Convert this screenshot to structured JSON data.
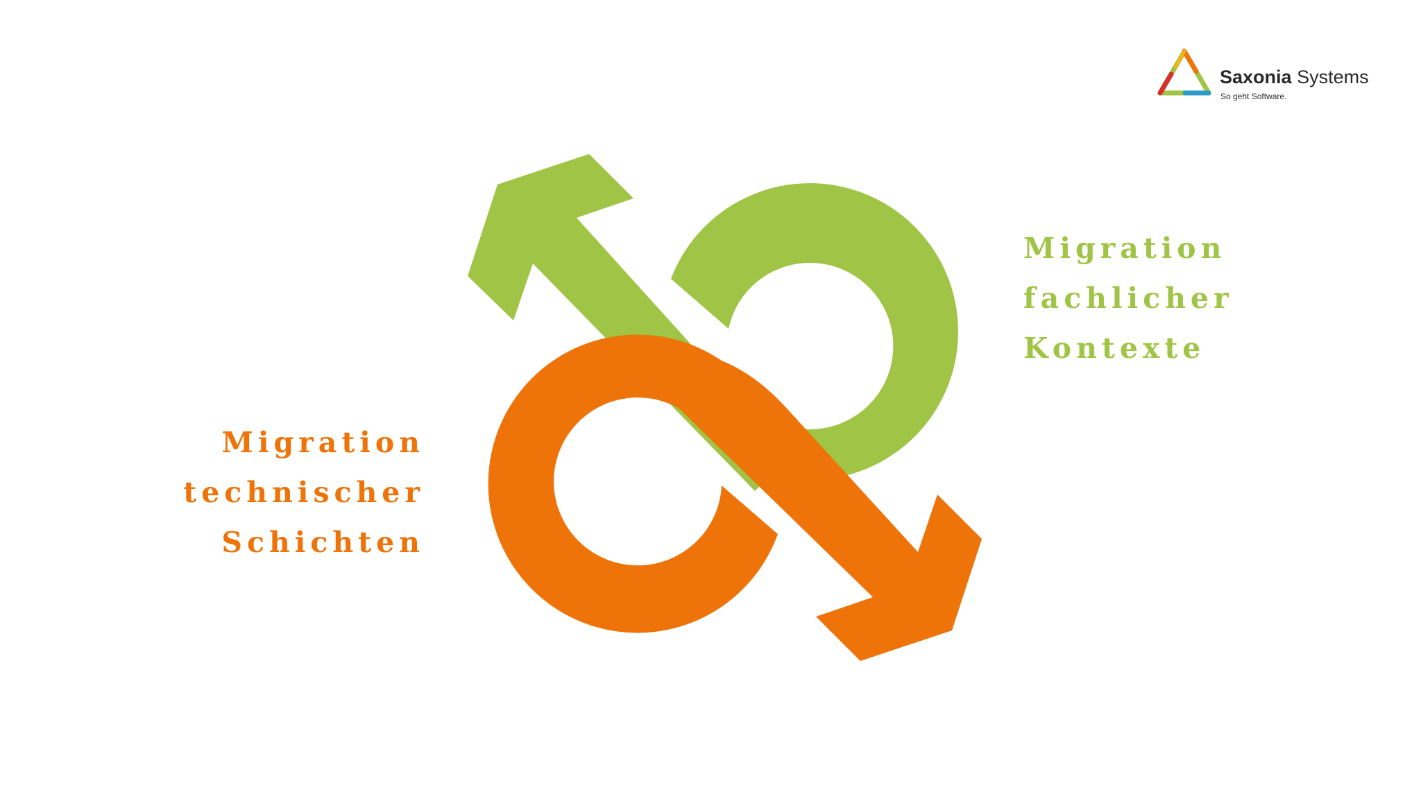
{
  "colors": {
    "green": "#9fc446",
    "orange": "#ee7309",
    "background": "#ffffff"
  },
  "diagram": {
    "left_label": {
      "lines": [
        "Migration",
        "technischer",
        "Schichten"
      ]
    },
    "right_label": {
      "lines": [
        "Migration",
        "fachlicher",
        "Kontexte"
      ]
    }
  },
  "logo": {
    "name_bold": "Saxonia",
    "name_light": "Systems",
    "tagline": "So geht Software."
  }
}
